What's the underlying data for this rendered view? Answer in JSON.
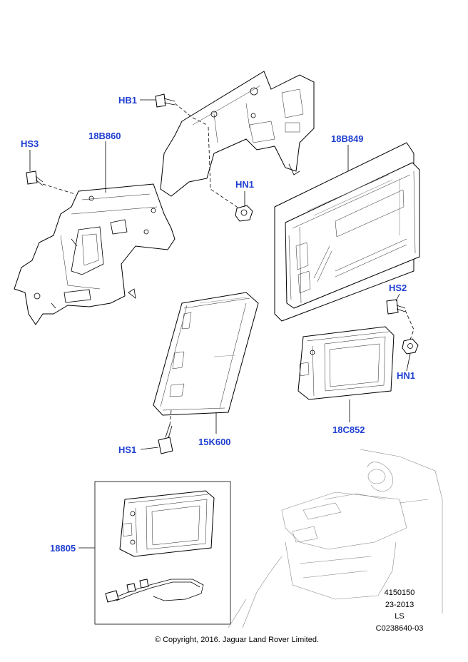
{
  "callouts": {
    "hb1": "HB1",
    "hs3": "HS3",
    "b860": "18B860",
    "hn1_top": "HN1",
    "b849": "18B849",
    "hs2": "HS2",
    "hn1_right": "HN1",
    "c852": "18C852",
    "hs1": "HS1",
    "k600": "15K600",
    "n805": "18805"
  },
  "reference": {
    "line1": "4150150",
    "line2": "23-2013",
    "line3": "LS",
    "line4": "C0238640-03"
  },
  "copyright": "© Copyright, 2016. Jaguar Land Rover Limited.",
  "colors": {
    "callout": "#1f3fd1",
    "line": "#000000",
    "background": "#ffffff"
  }
}
